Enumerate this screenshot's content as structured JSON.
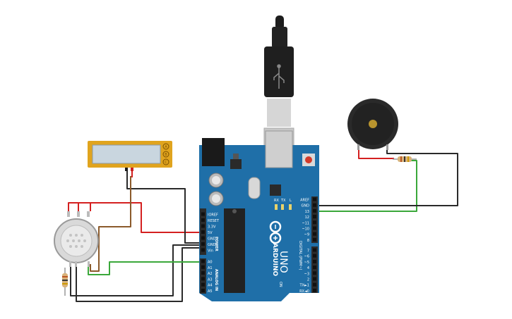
{
  "board": {
    "name": "ARDUINO",
    "model": "UNO",
    "on_label": "ON",
    "tx_label": "TX",
    "rx_label": "RX",
    "l_label": "L",
    "power_header_title": "POWER",
    "analog_header_title": "ANALOG IN",
    "digital_header_title": "DIGITAL (PWM~)",
    "power_pins": [
      "IOREF",
      "RESET",
      "3.3V",
      "5V",
      "GND",
      "GND",
      "Vin"
    ],
    "analog_pins": [
      "A0",
      "A1",
      "A2",
      "A3",
      "A4",
      "A5"
    ],
    "top_digital_pins": [
      "AREF",
      "GND",
      "13",
      "12",
      "~11",
      "~10",
      "~9",
      "8"
    ],
    "bottom_digital_pins": [
      "7",
      "~6",
      "~5",
      "4",
      "~3",
      "2",
      "TX►1",
      "RX◄0"
    ]
  },
  "lcd": {
    "buttons": [
      "A",
      "B",
      "C"
    ]
  },
  "colors": {
    "board_blue": "#1f6fa8",
    "header_black": "#2b2b2b",
    "wire_red": "#d42020",
    "wire_black": "#2a2a2a",
    "wire_green": "#3aa83a",
    "wire_brown": "#8b5a2b",
    "lcd_frame": "#e0a41e",
    "lcd_screen": "#c9d6df"
  }
}
